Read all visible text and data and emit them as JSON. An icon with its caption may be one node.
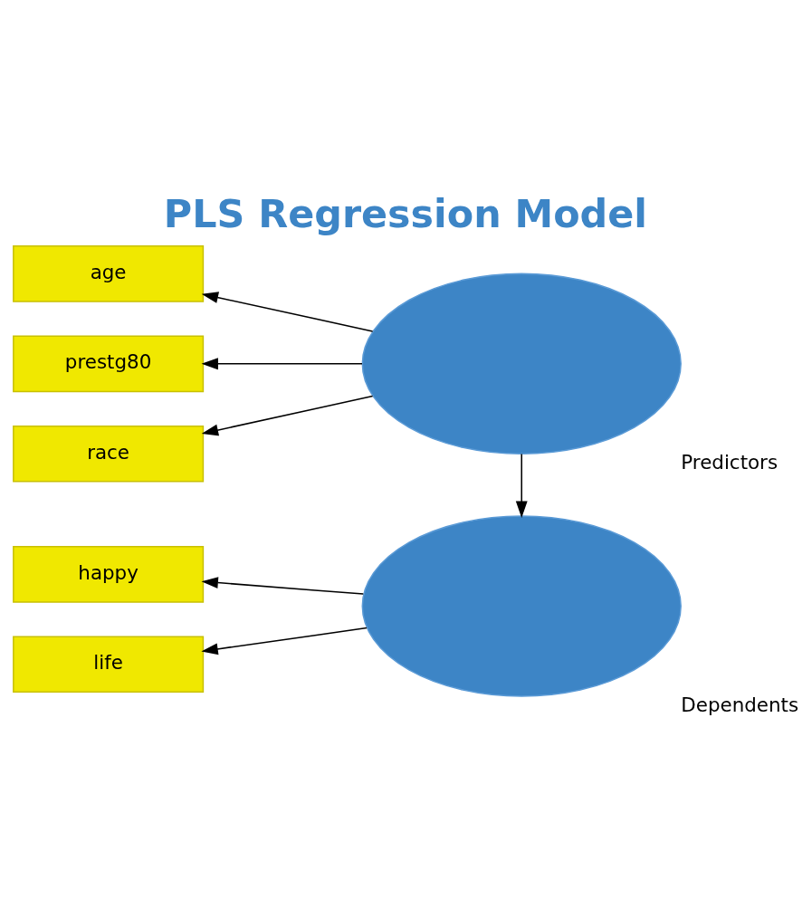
{
  "diagram": {
    "title": "PLS Regression Model",
    "nodes": [
      {
        "text": [],
        "shape": "ellipse",
        "beside": [
          "Predictors"
        ]
      },
      {
        "text": [
          "age"
        ]
      },
      {
        "text": [
          "prestg80"
        ]
      },
      {
        "text": [
          "race"
        ]
      },
      {
        "text": [],
        "shape": "ellipse",
        "beside": [
          "Dependents"
        ]
      },
      {
        "text": [
          "happy"
        ]
      },
      {
        "text": [
          "life"
        ]
      }
    ],
    "edges": [
      {
        "from": 0,
        "to": 1,
        "arrow": "to"
      },
      {
        "from": 0,
        "to": 2,
        "arrow": "to"
      },
      {
        "from": 0,
        "to": 3,
        "arrow": "to"
      },
      {
        "from": 0,
        "to": 4,
        "arrow": "to"
      },
      {
        "from": 4,
        "to": 5,
        "arrow": "to"
      },
      {
        "from": 4,
        "to": 6,
        "arrow": "to"
      }
    ]
  }
}
